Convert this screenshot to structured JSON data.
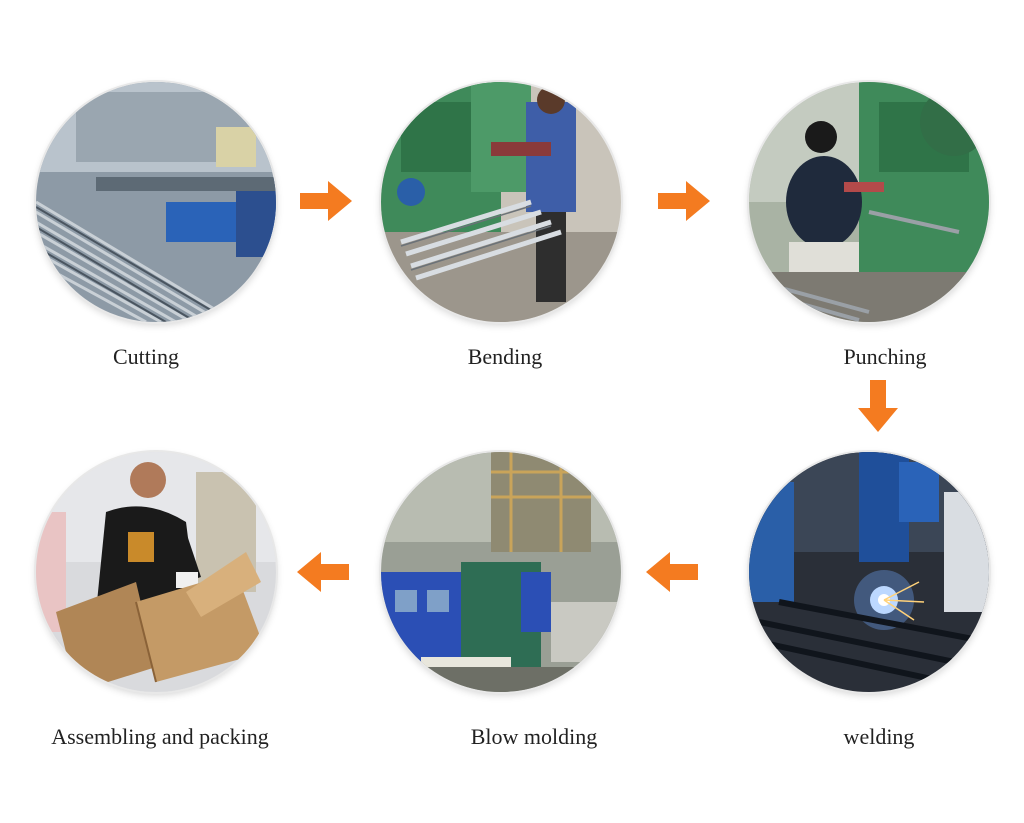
{
  "steps": [
    {
      "id": "cutting",
      "label": "Cutting",
      "scene": "metal-tube-cutting-line-photo"
    },
    {
      "id": "bending",
      "label": "Bending",
      "scene": "tube-bending-machine-worker-photo"
    },
    {
      "id": "punching",
      "label": "Punching",
      "scene": "punch-press-operator-photo"
    },
    {
      "id": "welding",
      "label": "welding",
      "scene": "robotic-welding-sparks-photo"
    },
    {
      "id": "blow-molding",
      "label": "Blow molding",
      "scene": "blow-molding-machine-photo"
    },
    {
      "id": "assembling",
      "label": "Assembling and packing",
      "scene": "worker-packing-cardboard-boxes-photo"
    }
  ],
  "arrows": [
    {
      "from": "cutting",
      "to": "bending",
      "direction": "right"
    },
    {
      "from": "bending",
      "to": "punching",
      "direction": "right"
    },
    {
      "from": "punching",
      "to": "welding",
      "direction": "down"
    },
    {
      "from": "welding",
      "to": "blow-molding",
      "direction": "left"
    },
    {
      "from": "blow-molding",
      "to": "assembling",
      "direction": "left"
    }
  ],
  "colors": {
    "arrow": "#f47b20",
    "label": "#222222"
  }
}
